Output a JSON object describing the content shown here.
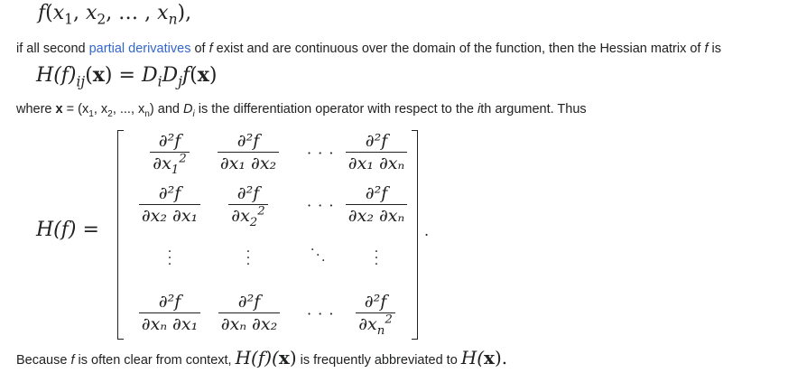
{
  "formula_f": {
    "f": "f",
    "open": "(",
    "x": "x",
    "sub1": "1",
    "comma1": ", ",
    "sub2": "2",
    "comma2": ", … , ",
    "subn": "n",
    "close": "),"
  },
  "paragraph1": {
    "before": "if all second ",
    "link": "partial derivatives",
    "mid1": " of ",
    "f1": "f",
    "mid2": " exist and are continuous over the domain of the function, then the Hessian matrix of ",
    "f2": "f",
    "after": " is"
  },
  "formula_hij": {
    "H": "H",
    "paren_f": "(f)",
    "ij": "ij",
    "x_open": "(",
    "x": "x",
    "x_close": ") = ",
    "D": "D",
    "Di": "i",
    "Dj": "j",
    "f": "f",
    "end_open": "(",
    "end_x": "x",
    "end_close": ")"
  },
  "paragraph2": {
    "where": "where ",
    "x_bold": "x",
    "eq": " = (",
    "x1": "x",
    "x1_sub": "1",
    "c1": ", ",
    "x2": "x",
    "x2_sub": "2",
    "c2": ", ..., ",
    "xn": "x",
    "xn_sub": "n",
    "and": ") and ",
    "D": "D",
    "D_sub": "i",
    "mid": " is the differentiation operator with respect to the ",
    "i": "i",
    "after": "th argument. Thus"
  },
  "matrix": {
    "lhs": "H(f) =",
    "period": ".",
    "cells": {
      "r1c1": {
        "num": "∂²f",
        "den_a": "∂x",
        "den_a_sub": "1",
        "den_a_sup": "2"
      },
      "r1c2": {
        "num": "∂²f",
        "den": "∂x₁ ∂x₂"
      },
      "r1c4": {
        "num": "∂²f",
        "den": "∂x₁ ∂xₙ"
      },
      "r2c1": {
        "num": "∂²f",
        "den": "∂x₂ ∂x₁"
      },
      "r2c2": {
        "num": "∂²f",
        "den_a": "∂x",
        "den_a_sub": "2",
        "den_a_sup": "2"
      },
      "r2c4": {
        "num": "∂²f",
        "den": "∂x₂ ∂xₙ"
      },
      "r4c1": {
        "num": "∂²f",
        "den": "∂xₙ ∂x₁"
      },
      "r4c2": {
        "num": "∂²f",
        "den": "∂xₙ ∂x₂"
      },
      "r4c4": {
        "num": "∂²f",
        "den_a": "∂x",
        "den_a_sub": "n",
        "den_a_sup": "2"
      }
    },
    "hdots": "· · ·",
    "vdot": "·",
    "ddot": "·"
  },
  "paragraph3": {
    "before": "Because ",
    "f": "f",
    "mid": " is often clear from context, ",
    "Hf": "H(f)(",
    "x1": "x",
    "close1": ")",
    "mid2": " is frequently abbreviated to ",
    "Hx": "H(",
    "x2": "x",
    "close2": ").",
    "after": ""
  }
}
